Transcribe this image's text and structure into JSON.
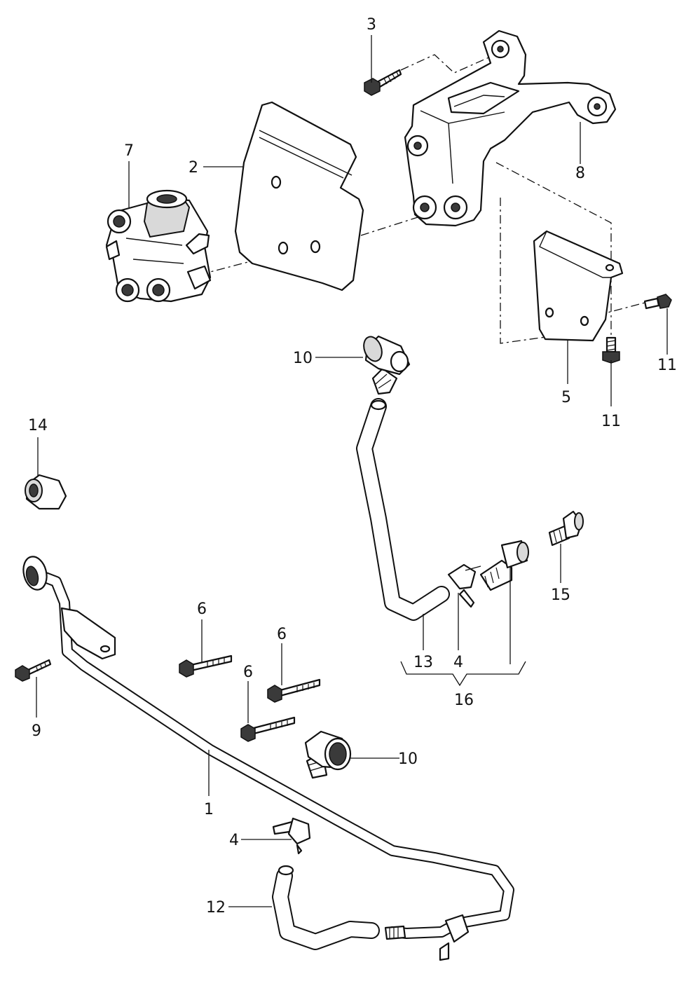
{
  "callouts": {
    "c1": "1",
    "c2": "2",
    "c3": "3",
    "c4a": "4",
    "c4b": "4",
    "c5": "5",
    "c6a": "6",
    "c6b": "6",
    "c6c": "6",
    "c7": "7",
    "c8": "8",
    "c9": "9",
    "c10a": "10",
    "c10b": "10",
    "c11a": "11",
    "c11b": "11",
    "c12": "12",
    "c13": "13",
    "c14": "14",
    "c15": "15",
    "c16": "16"
  }
}
